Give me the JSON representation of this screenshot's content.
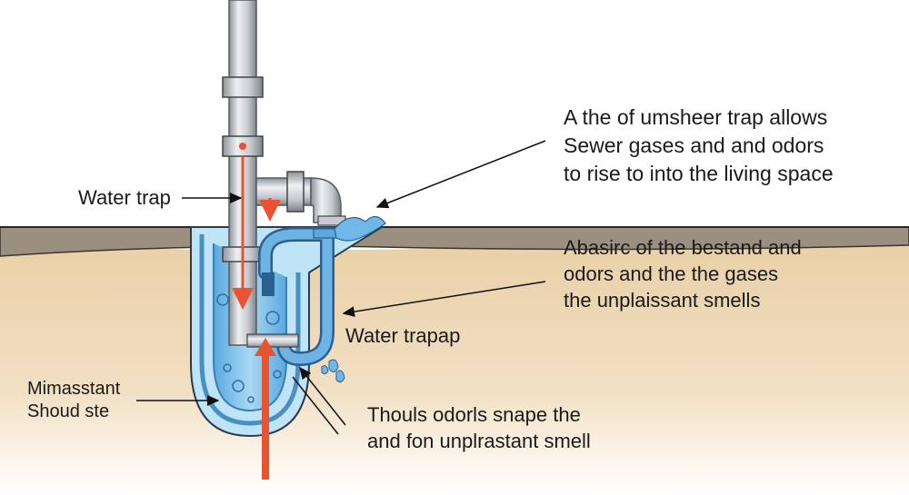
{
  "labels": {
    "water_trap_left": "Water trap",
    "top_right": [
      "A the of umsheer trap allows",
      "Sewer gases and  and odors",
      "to rise to into the living space"
    ],
    "middle_right": [
      "Abasirc of the bestand and",
      "odors and the the gases",
      "the unplaissant smells"
    ],
    "water_trap_right": "Water trapap",
    "bottom_left": [
      "Mimasstant",
      "Shoud ste"
    ],
    "bottom_right": [
      "Thouls odorls snape the",
      "and fon unplrastant smell"
    ]
  },
  "colors": {
    "soil": "#e3c89f",
    "ground_strip": "#9b9080",
    "water": "#8ec8ea",
    "pipe": "#c8ccd0",
    "trap_pipe": "#5fa8dc",
    "arrow": "#e8542f"
  }
}
